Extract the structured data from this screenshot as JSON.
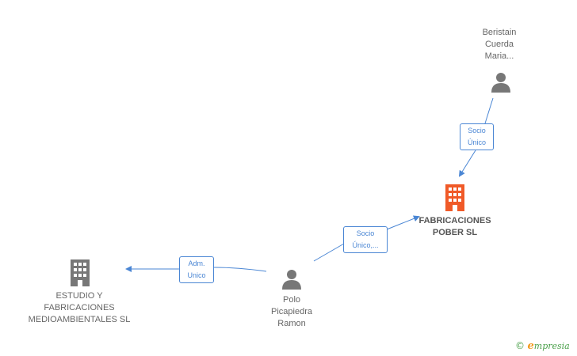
{
  "nodes": {
    "beristain": {
      "lines": [
        "Beristain",
        "Cuerda",
        "Maria..."
      ],
      "kind": "person"
    },
    "fabricaciones_pober": {
      "lines": [
        "FABRICACIONES",
        "POBER SL"
      ],
      "kind": "company-main"
    },
    "polo": {
      "lines": [
        "Polo",
        "Picapiedra",
        "Ramon"
      ],
      "kind": "person"
    },
    "estudio": {
      "lines": [
        "ESTUDIO Y",
        "FABRICACIONES",
        "MEDIOAMBIENTALES SL"
      ],
      "kind": "company"
    }
  },
  "edges": {
    "beristain_to_pober": {
      "lines": [
        "Socio",
        "Único"
      ]
    },
    "polo_to_pober": {
      "lines": [
        "Socio",
        "Único,..."
      ]
    },
    "polo_to_estudio": {
      "lines": [
        "Adm.",
        "Unico"
      ]
    }
  },
  "brand": {
    "copyright": "©",
    "initial": "e",
    "name": "mpresia"
  },
  "colors": {
    "edge": "#4a86d4",
    "person": "#777777",
    "company": "#777777",
    "company_main": "#f05a28"
  }
}
